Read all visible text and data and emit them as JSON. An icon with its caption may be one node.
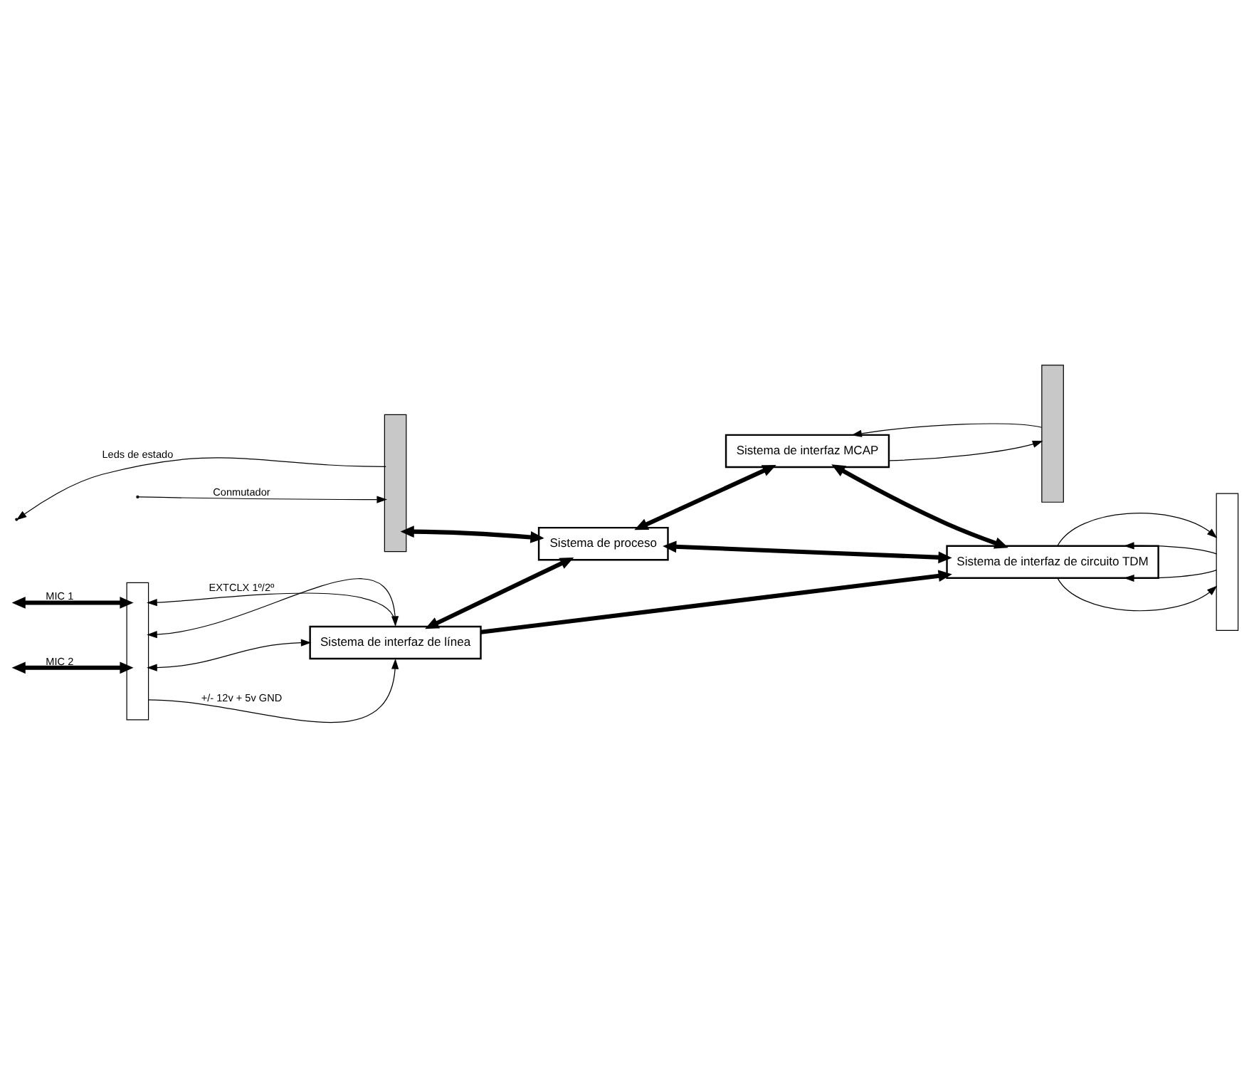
{
  "diagram": {
    "nodes": [
      {
        "text": [],
        "shape": "bar"
      },
      {
        "text": [
          "Sistema de interfaz de línea"
        ]
      },
      {
        "text": [
          "Sistema de interfaz MCAP"
        ]
      },
      {
        "text": [
          "Sistema de interfaz de circuito TDM"
        ]
      },
      {
        "text": [
          "Sistema de proceso"
        ]
      },
      {
        "text": [],
        "shape": "bar"
      },
      {
        "text": [],
        "shape": "bar"
      },
      {
        "text": [],
        "shape": "bar"
      }
    ],
    "edges": [
      {
        "from": null,
        "to": 0,
        "arrow": "both",
        "label": "MIC 1",
        "style": "thick"
      },
      {
        "from": null,
        "to": 0,
        "arrow": "both",
        "label": "MIC 2",
        "style": "thick"
      },
      {
        "from": 1,
        "to": 0,
        "arrow": "to",
        "label": "EXTCLX 1º/2º"
      },
      {
        "from": 0,
        "to": 1,
        "arrow": "both"
      },
      {
        "from": 0,
        "to": 1,
        "arrow": "both"
      },
      {
        "from": 0,
        "to": 1,
        "arrow": "to",
        "label": "+/- 12v + 5v GND"
      },
      {
        "from": 1,
        "to": 3,
        "arrow": "to",
        "style": "thick"
      },
      {
        "from": 1,
        "to": 4,
        "arrow": "both",
        "style": "thick"
      },
      {
        "from": 4,
        "to": 2,
        "arrow": "both",
        "style": "thick"
      },
      {
        "from": 2,
        "to": 3,
        "arrow": "both",
        "style": "thick"
      },
      {
        "from": 2,
        "to": 6,
        "arrow": "to"
      },
      {
        "from": 6,
        "to": 2,
        "arrow": "to"
      },
      {
        "from": 7,
        "to": 3,
        "arrow": "to"
      },
      {
        "from": 3,
        "to": 7,
        "arrow": "to"
      },
      {
        "from": 7,
        "to": 3,
        "arrow": "to"
      },
      {
        "from": 3,
        "to": 7,
        "arrow": "to"
      },
      {
        "from": 5,
        "to": null,
        "arrow": "to",
        "label": "Leds de estado"
      },
      {
        "from": null,
        "to": 5,
        "arrow": "to",
        "label": "Conmutador"
      },
      {
        "from": 5,
        "to": 4,
        "arrow": "both",
        "style": "thick"
      },
      {
        "from": 4,
        "to": 3,
        "arrow": "both",
        "style": "thick"
      }
    ]
  }
}
